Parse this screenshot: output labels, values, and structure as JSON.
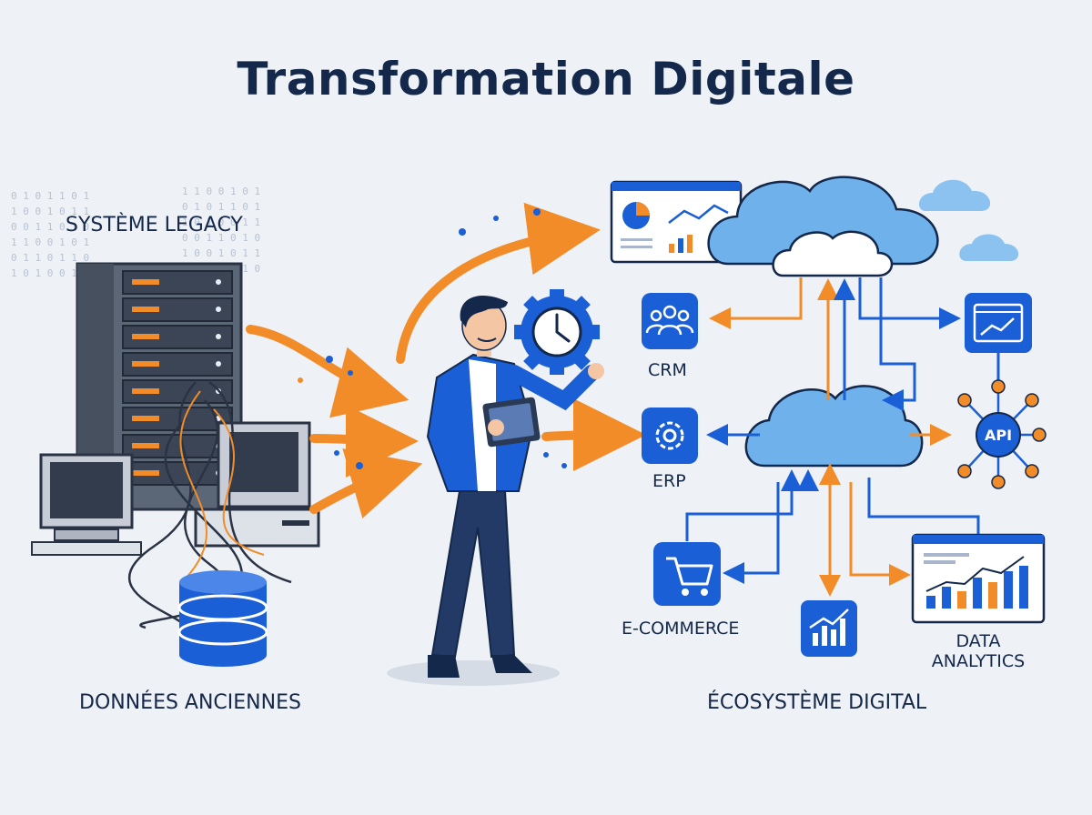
{
  "title": "Transformation Digitale",
  "left": {
    "legacy_label": "SYSTÈME LEGACY",
    "data_label": "DONNÉES ANCIENNES"
  },
  "right": {
    "ecosystem_label": "ÉCOSYSTÈME DIGITAL",
    "nodes": {
      "crm": "CRM",
      "erp": "ERP",
      "ecommerce": "E-COMMERCE",
      "analytics_line1": "DATA",
      "analytics_line2": "ANALYTICS",
      "api": "API"
    }
  },
  "binary": [
    "0 1 0 1 1 0 1",
    "1 0 0 1 0 1 1",
    "0 0 1 1 0 1 0",
    "1 1 0 0 1 0 1",
    "0 1 1 0 1 1 0",
    "1 0 1 0 0 1 1"
  ],
  "colors": {
    "navy": "#13284b",
    "blue": "#1a5fd6",
    "orange": "#f28c28",
    "cloud": "#6fb1ea"
  }
}
